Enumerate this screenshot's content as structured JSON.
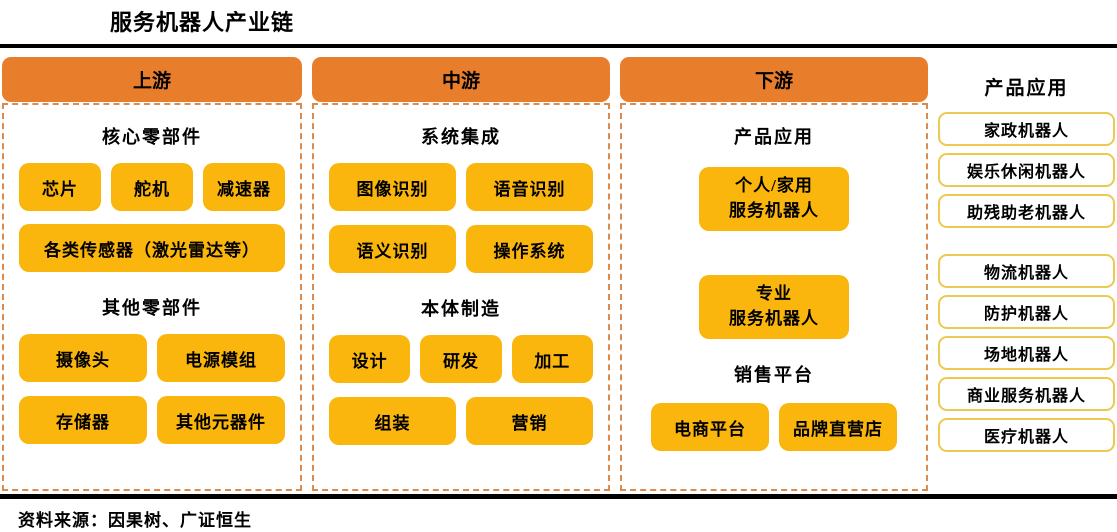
{
  "title": "服务机器人产业链",
  "source": "资料来源：因果树、广证恒生",
  "colors": {
    "header_bg": "#E87E2C",
    "box_bg": "#FBB60D",
    "dashed_border": "#DC8B4E",
    "app_box_border": "#ECC94F",
    "rule": "#000000"
  },
  "columns": [
    {
      "header": "上游",
      "sections": [
        {
          "label": "核心零部件",
          "rows": [
            [
              "芯片",
              "舵机",
              "减速器"
            ],
            [
              "各类传感器（激光雷达等）"
            ]
          ]
        },
        {
          "label": "其他零部件",
          "rows": [
            [
              "摄像头",
              "电源模组"
            ],
            [
              "存储器",
              "其他元器件"
            ]
          ]
        }
      ]
    },
    {
      "header": "中游",
      "sections": [
        {
          "label": "系统集成",
          "rows": [
            [
              "图像识别",
              "语音识别"
            ],
            [
              "语义识别",
              "操作系统"
            ]
          ]
        },
        {
          "label": "本体制造",
          "rows": [
            [
              "设计",
              "研发",
              "加工"
            ],
            [
              "组装",
              "营销"
            ]
          ]
        }
      ]
    },
    {
      "header": "下游",
      "sections": [
        {
          "label": "产品应用",
          "boxes": [
            "个人/家用\n服务机器人",
            "专业\n服务机器人"
          ]
        },
        {
          "label": "销售平台",
          "rows": [
            [
              "电商平台",
              "品牌直营店"
            ]
          ]
        }
      ]
    }
  ],
  "applications": {
    "header": "产品应用",
    "groups": [
      [
        "家政机器人",
        "娱乐休闲机器人",
        "助残助老机器人"
      ],
      [
        "物流机器人",
        "防护机器人",
        "场地机器人",
        "商业服务机器人",
        "医疗机器人"
      ]
    ]
  }
}
